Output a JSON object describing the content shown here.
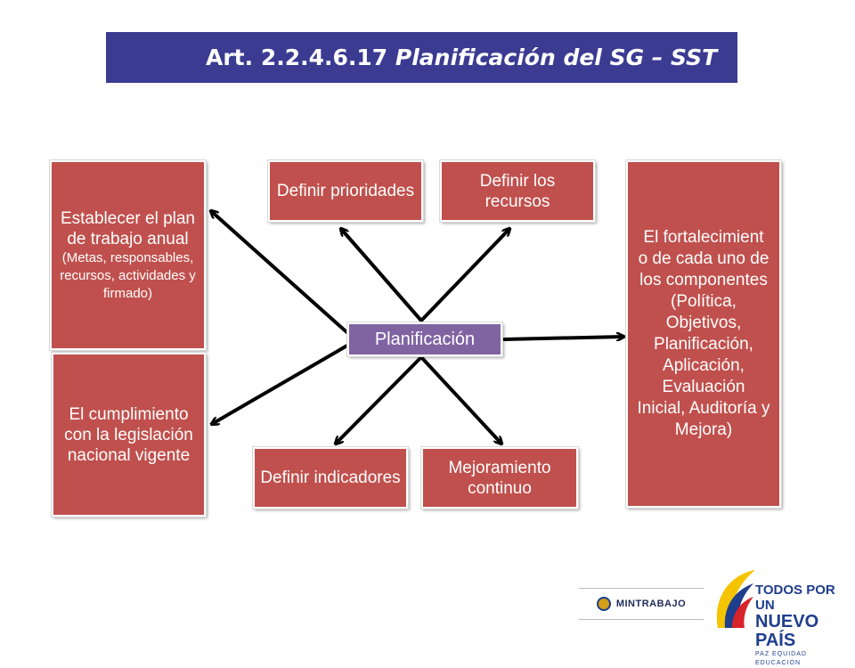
{
  "title": {
    "prefix": "Art. 2.2.4.6.17 ",
    "italic": "Planificación del SG – SST"
  },
  "center": "Planificación",
  "boxes": {
    "plan_anual": {
      "main": "Establecer el plan de trabajo anual",
      "sub": "(Metas, responsables, recursos, actividades y firmado)"
    },
    "cumplimiento": "El cumplimiento con la legislación nacional vigente",
    "prioridades": "Definir prioridades",
    "recursos": "Definir los recursos",
    "indicadores": "Definir indicadores",
    "mejoramiento": "Mejoramiento continuo",
    "fortalecimiento": "El fortalecimient o de cada uno de los componentes (Política, Objetivos, Planificación, Aplicación, Evaluación Inicial, Auditoría y Mejora)"
  },
  "logos": {
    "mintrabajo": "MINTRABAJO",
    "todos_line1": "TODOS POR UN",
    "todos_line2": "NUEVO PAÍS",
    "todos_line3": "PAZ  EQUIDAD  EDUCACIÓN"
  },
  "colors": {
    "title_bg": "#3b3b92",
    "box_red": "#c0504d",
    "center_purple": "#8064a2"
  }
}
